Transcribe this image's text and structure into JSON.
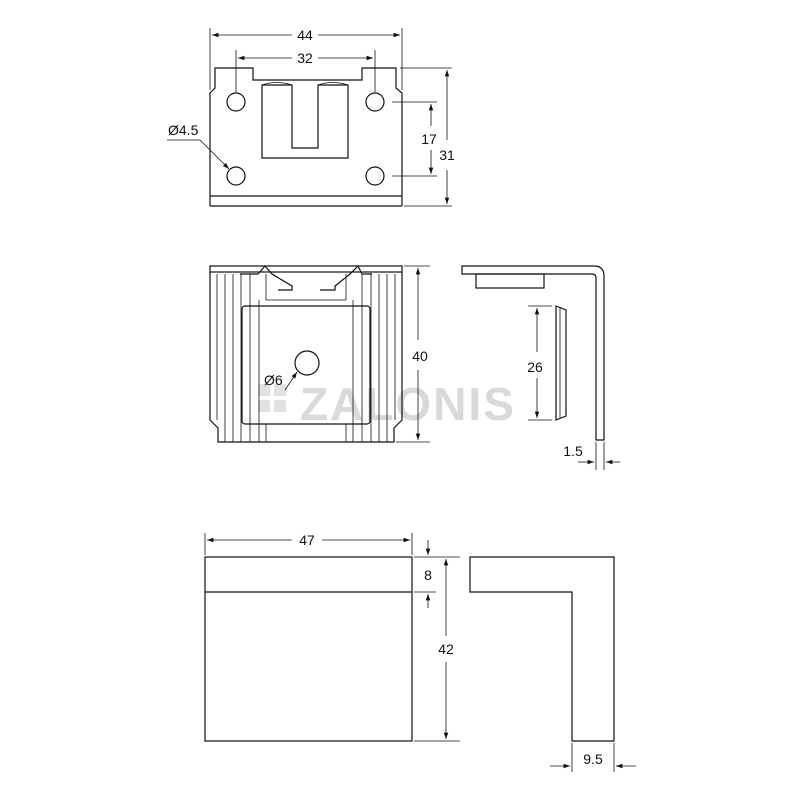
{
  "watermark": "ZALONIS",
  "dimensions": {
    "top_view_width": "44",
    "top_view_hole_spacing": "32",
    "top_view_height": "31",
    "top_view_hole_vertical": "17",
    "top_view_hole_diameter": "Ø4.5",
    "front_view_height": "40",
    "front_view_hole_diameter": "Ø6",
    "side_view_insert_height": "26",
    "side_view_thickness": "1.5",
    "cover_width": "47",
    "cover_top_height": "8",
    "cover_height": "42",
    "cover_side_thickness": "9.5"
  }
}
